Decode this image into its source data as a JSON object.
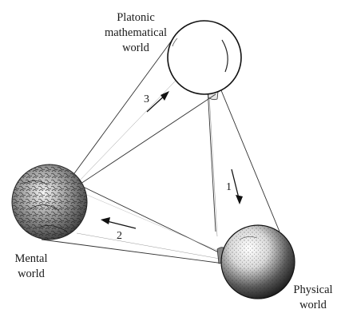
{
  "nodes": {
    "platonic": {
      "line1": "Platonic",
      "line2": "mathematical",
      "line3": "world"
    },
    "mental": {
      "line1": "Mental",
      "line2": "world"
    },
    "physical": {
      "line1": "Physical",
      "line2": "world"
    }
  },
  "arrows": [
    {
      "label": "1"
    },
    {
      "label": "2"
    },
    {
      "label": "3"
    }
  ]
}
